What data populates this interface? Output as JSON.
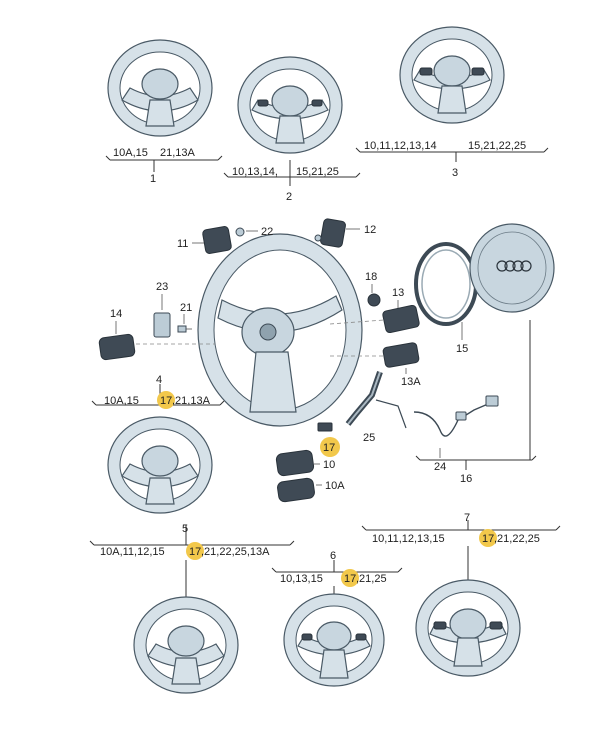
{
  "groups": [
    {
      "id": "1",
      "left": "10A,15",
      "right": "21,13A",
      "highlight": false
    },
    {
      "id": "2",
      "left": "10,13,14,",
      "right": "15,21,25",
      "highlight": false
    },
    {
      "id": "3",
      "left": "10,11,12,13,14",
      "right": "15,21,22,25",
      "highlight": false
    },
    {
      "id": "4",
      "left": "10A,15",
      "right_hl": "17",
      "right": ",21,13A",
      "highlight": true
    },
    {
      "id": "5",
      "left": "10A,11,12,15",
      "right_hl": "17",
      "right": ",21,22,25,13A",
      "highlight": true
    },
    {
      "id": "6",
      "left": "10,13,15",
      "right_hl": "17",
      "right": ",21,25",
      "highlight": true
    },
    {
      "id": "7",
      "left": "10,11,12,13,15",
      "right_hl": "17",
      "right": ",21,22,25",
      "highlight": true
    }
  ],
  "parts": {
    "p10": "10",
    "p10A": "10A",
    "p11": "11",
    "p12": "12",
    "p13": "13",
    "p13A": "13A",
    "p14": "14",
    "p15": "15",
    "p16": "16",
    "p17": "17",
    "p18": "18",
    "p21": "21",
    "p22": "22",
    "p23": "23",
    "p24": "24",
    "p25": "25"
  },
  "colors": {
    "highlight": "#f2c84b",
    "wheel": "#d6e1e8",
    "outline": "#4a5a66"
  }
}
